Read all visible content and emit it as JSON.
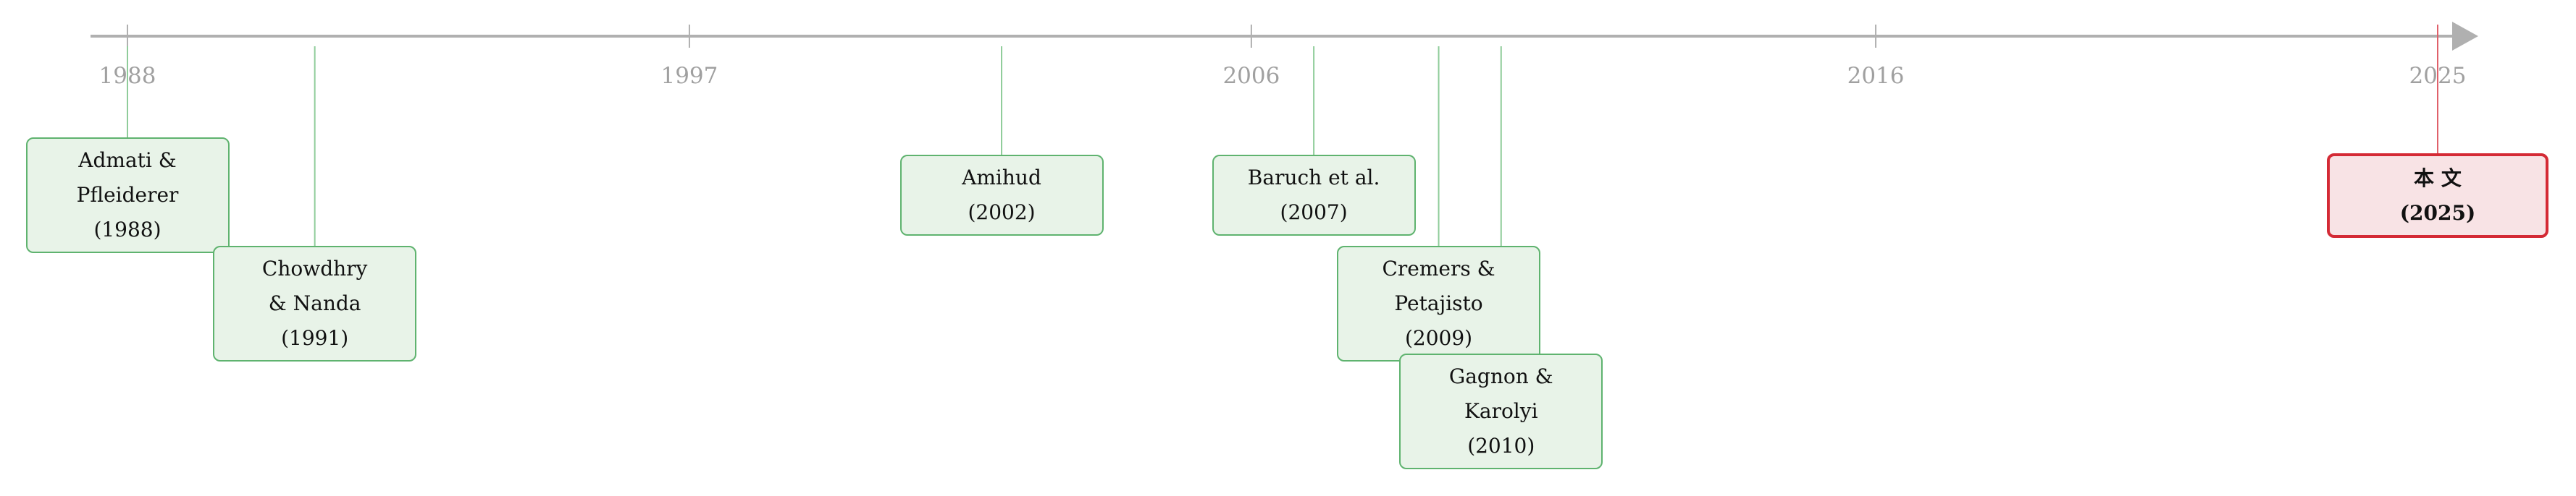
{
  "timeline": {
    "axis_ticks": [
      "1988",
      "1997",
      "2006",
      "2016",
      "2025"
    ],
    "events": [
      {
        "lines": [
          "Admati &",
          "Pfleiderer",
          "(1988)"
        ],
        "year": 1988,
        "highlight": false
      },
      {
        "lines": [
          "Chowdhry",
          "& Nanda",
          "(1991)"
        ],
        "year": 1991,
        "highlight": false
      },
      {
        "lines": [
          "Amihud",
          "(2002)"
        ],
        "year": 2002,
        "highlight": false
      },
      {
        "lines": [
          "Baruch et al.",
          "(2007)"
        ],
        "year": 2007,
        "highlight": false
      },
      {
        "lines": [
          "Cremers &",
          "Petajisto",
          "(2009)"
        ],
        "year": 2009,
        "highlight": false
      },
      {
        "lines": [
          "Gagnon &",
          "Karolyi",
          "(2010)"
        ],
        "year": 2010,
        "highlight": false
      },
      {
        "lines": [
          "本 文",
          "(2025)"
        ],
        "year": 2025,
        "highlight": true
      }
    ]
  },
  "colors": {
    "axis": "#b0b0b0",
    "tick_label": "#a0a0a0",
    "event_line": "#8fcc9a",
    "event_border": "#5fb36f",
    "event_fill": "#e8f3e8",
    "highlight_line": "#e0606a",
    "highlight_border": "#d42a35",
    "highlight_fill": "#f8e3e5"
  }
}
